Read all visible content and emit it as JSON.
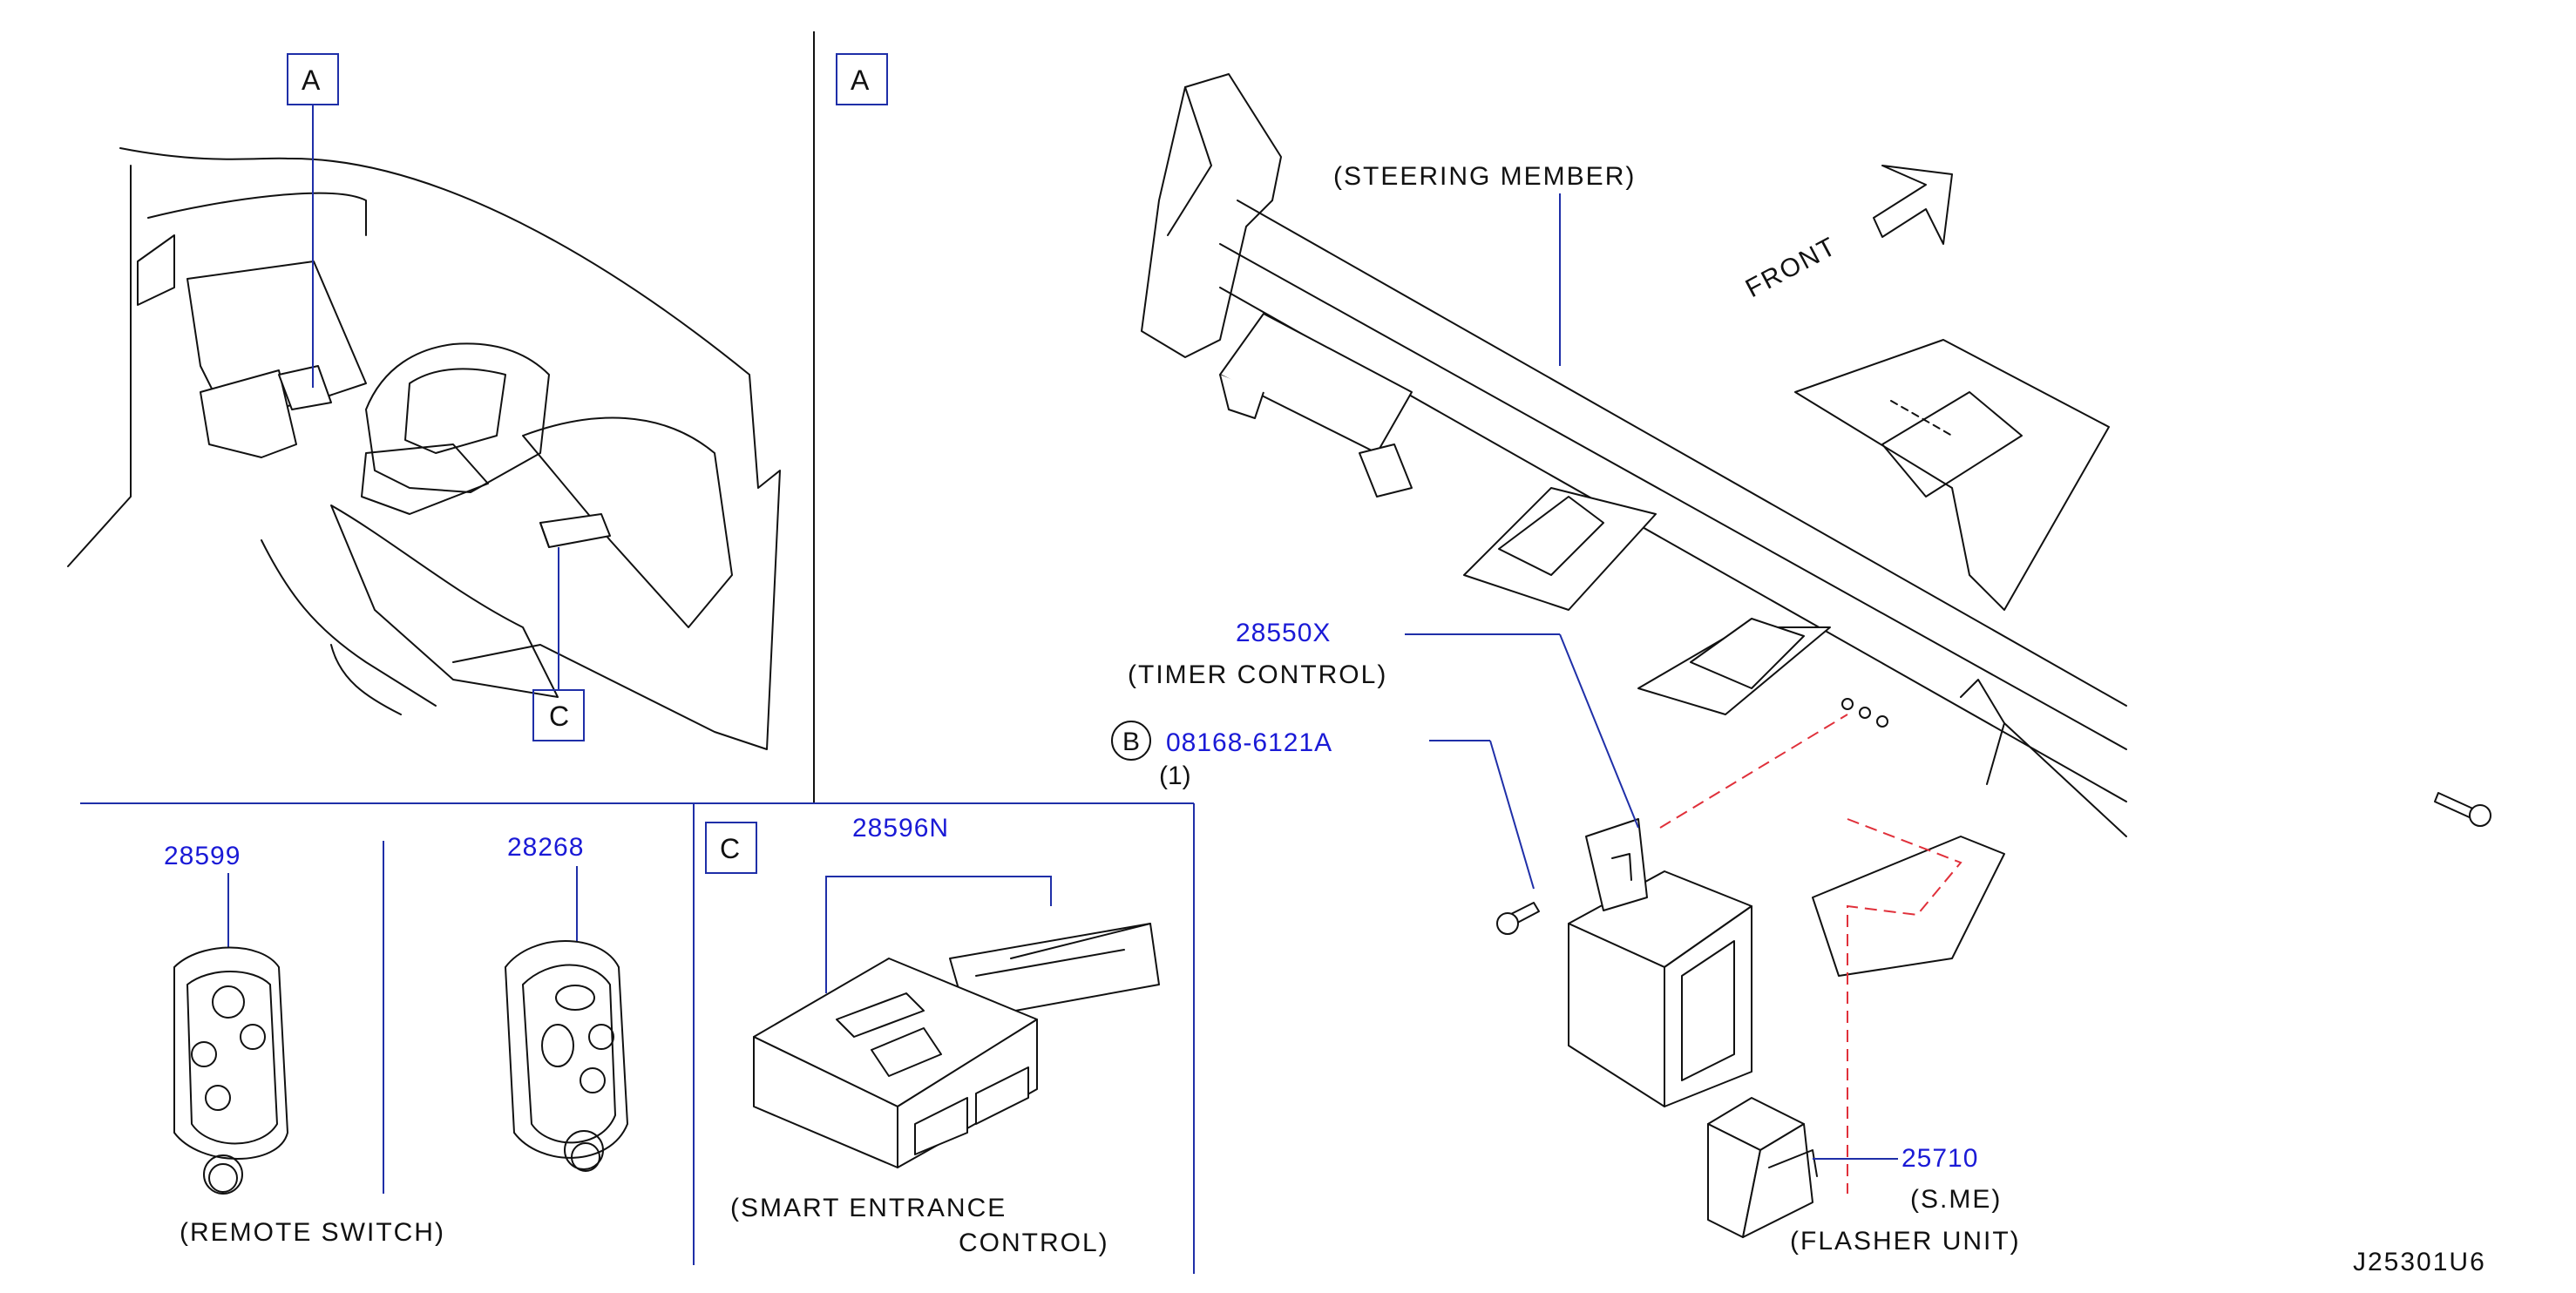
{
  "callouts": {
    "view_a_marker": "A",
    "view_c_marker": "C",
    "detail_a_box": "A",
    "detail_c_box": "C"
  },
  "labels": {
    "steering_member": "(STEERING  MEMBER)",
    "front": "FRONT",
    "timer_control": "(TIMER  CONTROL)",
    "bolt_qty": "(1)",
    "bolt_circle": "B",
    "sme": "(S.ME)",
    "flasher_unit": "(FLASHER  UNIT)",
    "remote_switch": "(REMOTE  SWITCH)",
    "smart_entrance_line1": "(SMART  ENTRANCE",
    "smart_entrance_line2": "CONTROL)",
    "diagram_id": "J25301U6"
  },
  "parts": {
    "timer_control": "28550X",
    "bolt": "08168-6121A",
    "flasher_unit": "25710",
    "remote_a": "28599",
    "remote_b": "28268",
    "smart_entrance": "28596N"
  },
  "colors": {
    "part_number": "#1a1ad6",
    "leader": "#1f2fa8",
    "dashed": "#e0303a",
    "line_art": "#111111"
  }
}
